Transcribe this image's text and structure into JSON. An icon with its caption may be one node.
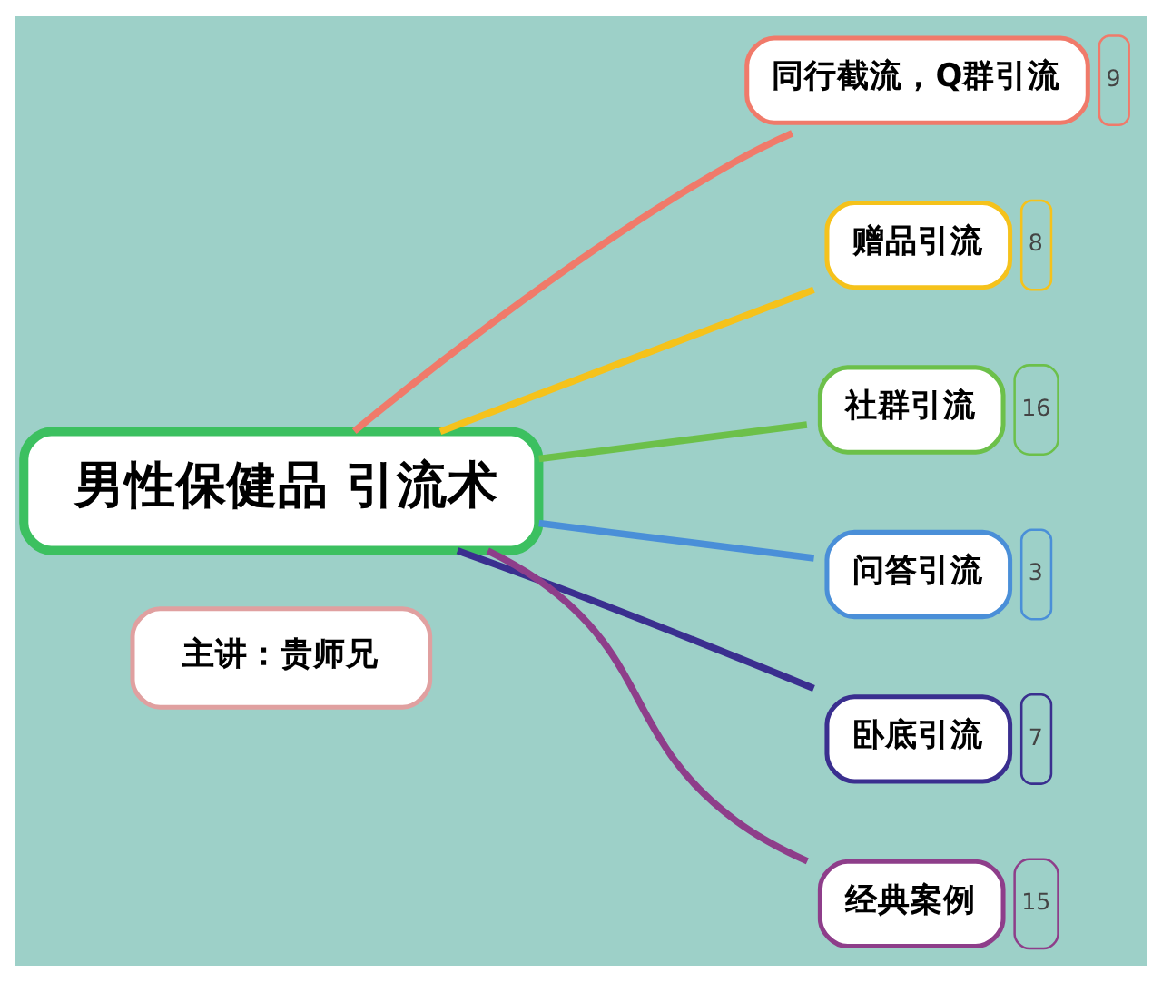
{
  "diagram": {
    "nodes": [
      {
        "text": [
          "男性保健品 引流术"
        ]
      },
      {
        "text": [
          "主讲：贵师兄"
        ]
      },
      {
        "text": [
          "同行截流，Q群引流"
        ],
        "beside": [
          "9"
        ]
      },
      {
        "text": [
          "赠品引流"
        ],
        "beside": [
          "8"
        ]
      },
      {
        "text": [
          "社群引流"
        ],
        "beside": [
          "16"
        ]
      },
      {
        "text": [
          "问答引流"
        ],
        "beside": [
          "3"
        ]
      },
      {
        "text": [
          "卧底引流"
        ],
        "beside": [
          "7"
        ]
      },
      {
        "text": [
          "经典案例"
        ],
        "beside": [
          "15"
        ]
      }
    ],
    "edges": [
      {
        "from": 0,
        "to": 2,
        "arrow": "none",
        "color": "#f07a6a"
      },
      {
        "from": 0,
        "to": 3,
        "arrow": "none",
        "color": "#f5c21b"
      },
      {
        "from": 0,
        "to": 4,
        "arrow": "none",
        "color": "#6cc04a"
      },
      {
        "from": 0,
        "to": 5,
        "arrow": "none",
        "color": "#4a8fd8"
      },
      {
        "from": 0,
        "to": 6,
        "arrow": "none",
        "color": "#3a2f8f"
      },
      {
        "from": 0,
        "to": 7,
        "arrow": "none",
        "color": "#8e3e8a"
      }
    ]
  }
}
